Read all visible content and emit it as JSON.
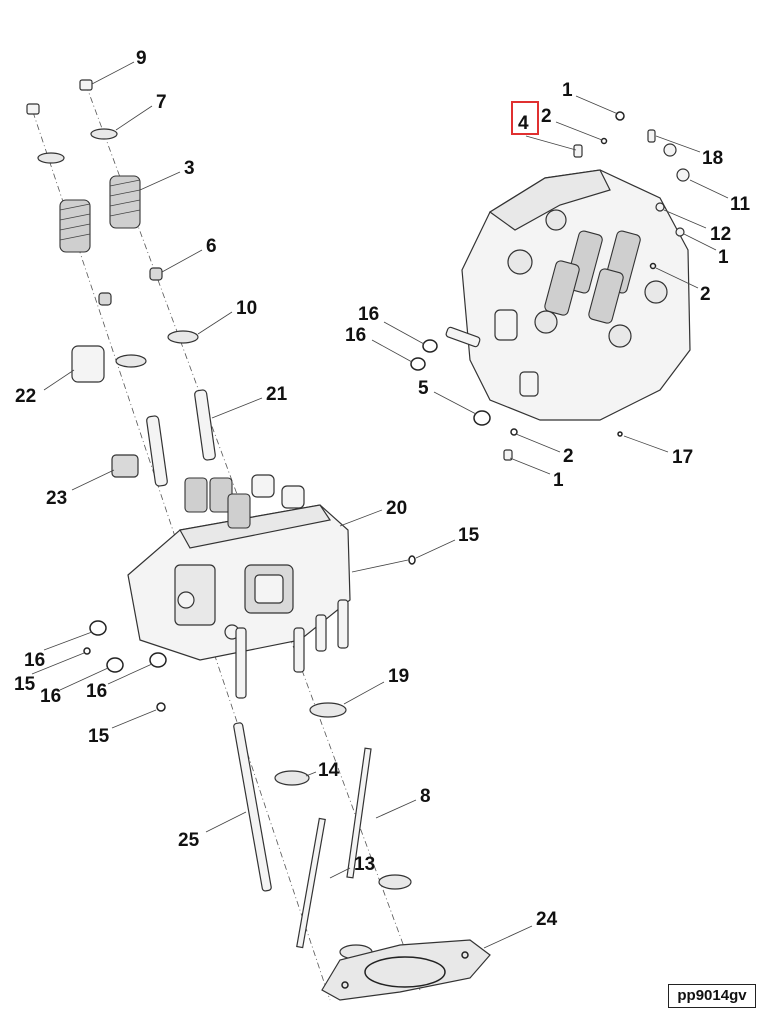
{
  "diagram": {
    "reference_code": "pp9014gv",
    "highlighted_callout": "4",
    "highlight_color": "#e03030",
    "callouts": [
      "9",
      "7",
      "3",
      "6",
      "10",
      "22",
      "21",
      "23",
      "20",
      "15",
      "16",
      "15",
      "16",
      "16",
      "15",
      "19",
      "14",
      "25",
      "8",
      "13",
      "24",
      "1",
      "4",
      "2",
      "18",
      "11",
      "12",
      "1",
      "2",
      "16",
      "16",
      "5",
      "2",
      "1",
      "17"
    ]
  }
}
